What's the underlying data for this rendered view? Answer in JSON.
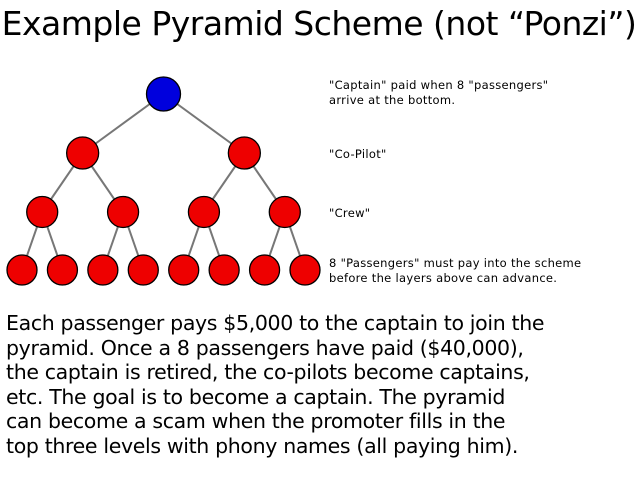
{
  "title": "Example Pyramid Scheme (not “Ponzi”)",
  "colors": {
    "captain": "#0000dd",
    "member": "#ee0000",
    "stroke": "#000000",
    "edge": "#777777"
  },
  "diagram": {
    "levels": [
      {
        "role": "captain",
        "count": 1
      },
      {
        "role": "co-pilot",
        "count": 2
      },
      {
        "role": "crew",
        "count": 4
      },
      {
        "role": "passenger",
        "count": 8
      }
    ],
    "notes": {
      "captain": [
        "\"Captain\" paid when 8 \"passengers\"",
        "arrive at the bottom."
      ],
      "copilot": [
        "\"Co-Pilot\""
      ],
      "crew": [
        "\"Crew\""
      ],
      "passengers": [
        "8 \"Passengers\" must pay into the scheme",
        "before the layers above can advance."
      ]
    }
  },
  "body_lines": [
    "Each passenger pays $5,000 to the captain to join the",
    "pyramid. Once a 8 passengers have paid ($40,000),",
    "the captain is retired, the co-pilots become captains,",
    "etc.  The goal is to become a captain.  The pyramid",
    "can become a scam when the promoter fills in the",
    "top three levels with phony names (all paying him)."
  ]
}
